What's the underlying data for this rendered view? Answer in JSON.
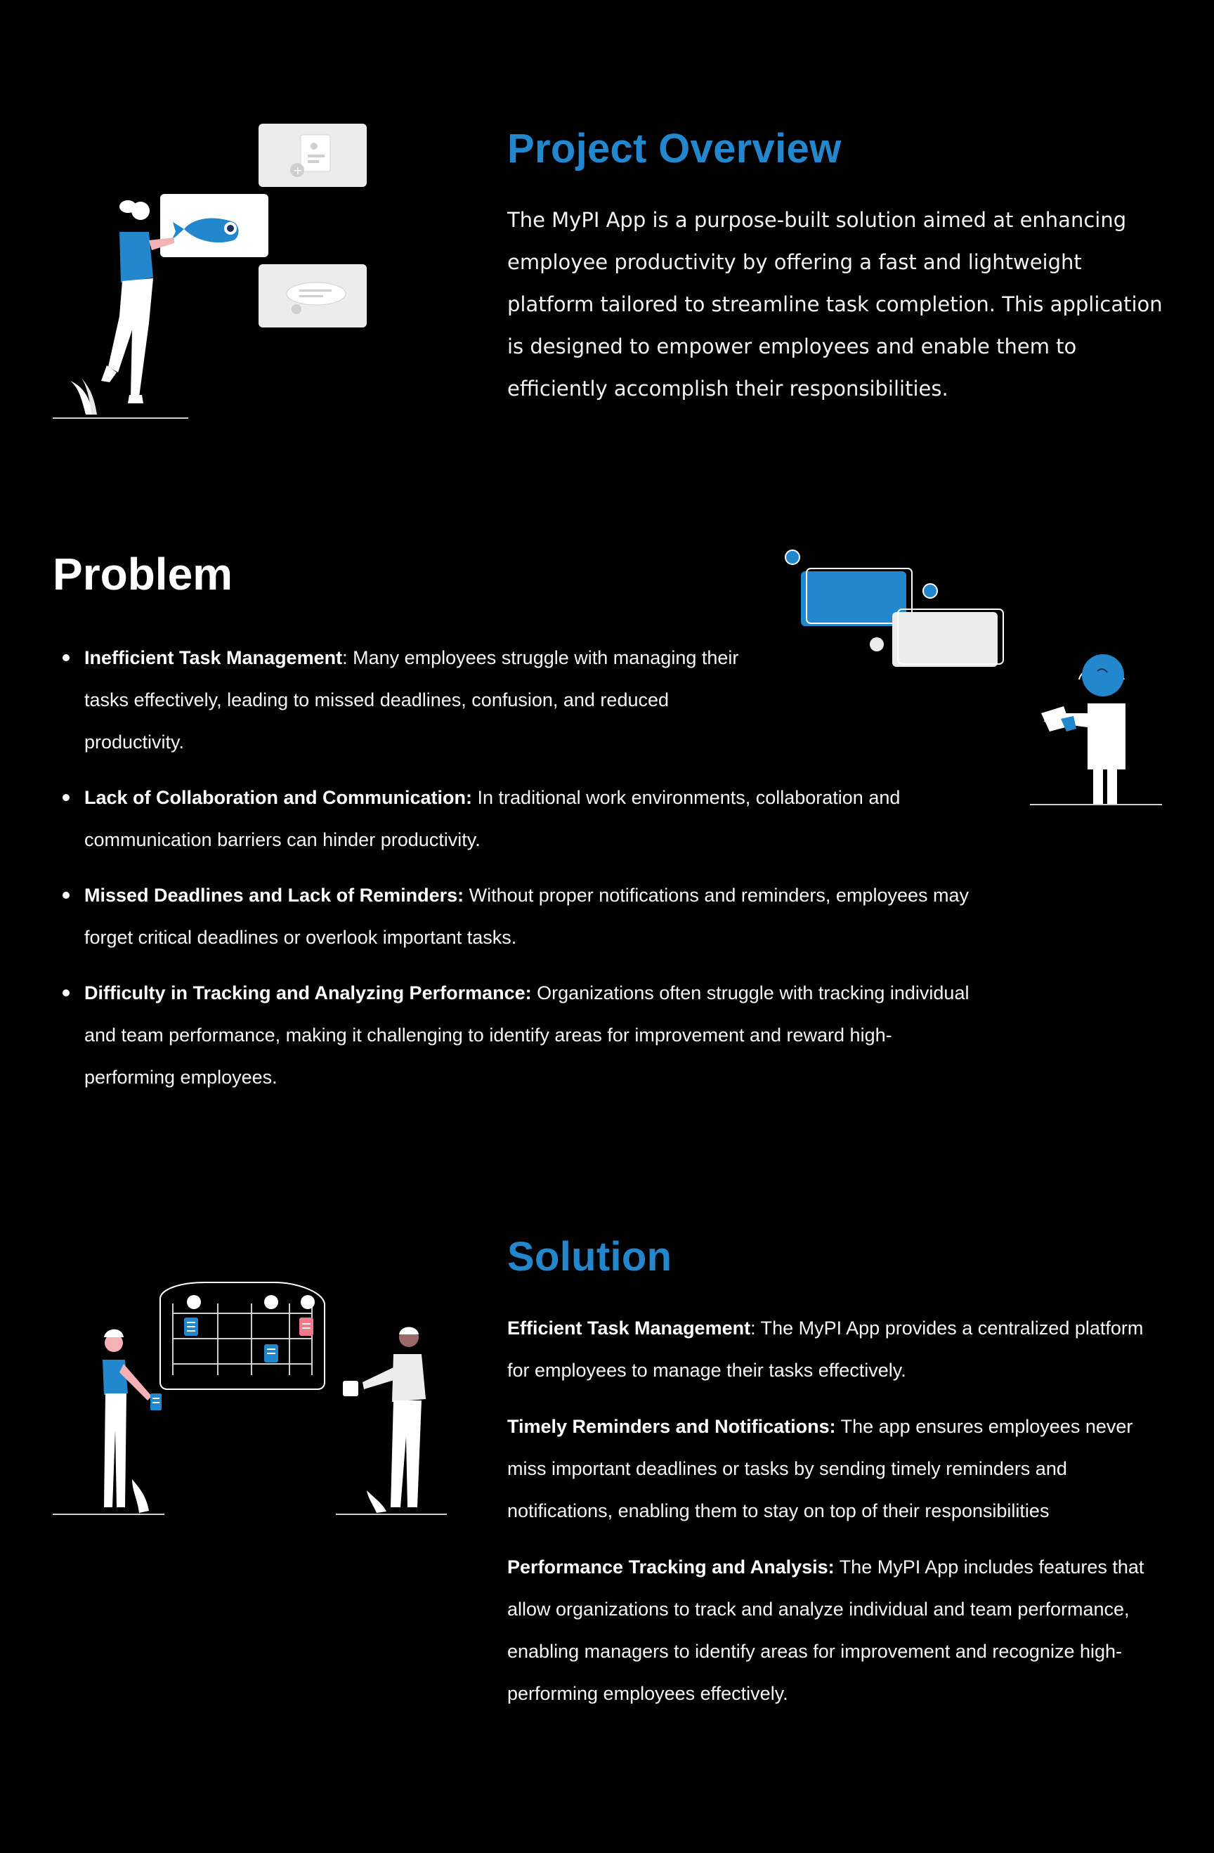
{
  "overview": {
    "title": "Project Overview",
    "text": "The MyPI App is a purpose-built solution aimed at enhancing employee productivity by offering a fast and lightweight platform tailored to streamline task completion. This application is designed to empower employees and enable them to efficiently accomplish their responsibilities."
  },
  "problem": {
    "title": "Problem",
    "items": [
      {
        "heading": "Inefficient Task Management",
        "text": ": Many employees struggle with managing their tasks effectively, leading to missed deadlines, confusion, and reduced productivity."
      },
      {
        "heading": "Lack of Collaboration and Communication:",
        "text": " In traditional work environments, collaboration and communication barriers can hinder productivity."
      },
      {
        "heading": "Missed Deadlines and Lack of Reminders:",
        "text": " Without proper notifications and reminders, employees may forget critical deadlines or overlook important tasks."
      },
      {
        "heading": "Difficulty in Tracking and Analyzing Performance:",
        "text": " Organizations often struggle with tracking individual and team performance, making it challenging to identify areas for improvement and reward high-performing employees."
      }
    ]
  },
  "solution": {
    "title": "Solution",
    "items": [
      {
        "heading": "Efficient Task Management",
        "text": ": The MyPI App provides a centralized platform for employees to manage their tasks effectively."
      },
      {
        "heading": "Timely Reminders and Notifications:",
        "text": " The app ensures employees never miss important deadlines or tasks by sending timely reminders and notifications, enabling them to stay on top of their responsibilities"
      },
      {
        "heading": "Performance Tracking and Analysis:",
        "text": " The MyPI App includes features that allow organizations to track and analyze individual and team performance, enabling managers to identify areas for improvement and recognize high-performing employees effectively."
      }
    ]
  },
  "colors": {
    "background": "#000000",
    "accent_blue": "#2287cd",
    "text": "#ffffff",
    "card_gray": "#ececec",
    "pink": "#f07a8a"
  },
  "illustrations": {
    "overview": "woman-presenting-cards-illustration",
    "problem": "man-with-chat-bubbles-illustration",
    "solution": "team-planning-board-illustration"
  }
}
